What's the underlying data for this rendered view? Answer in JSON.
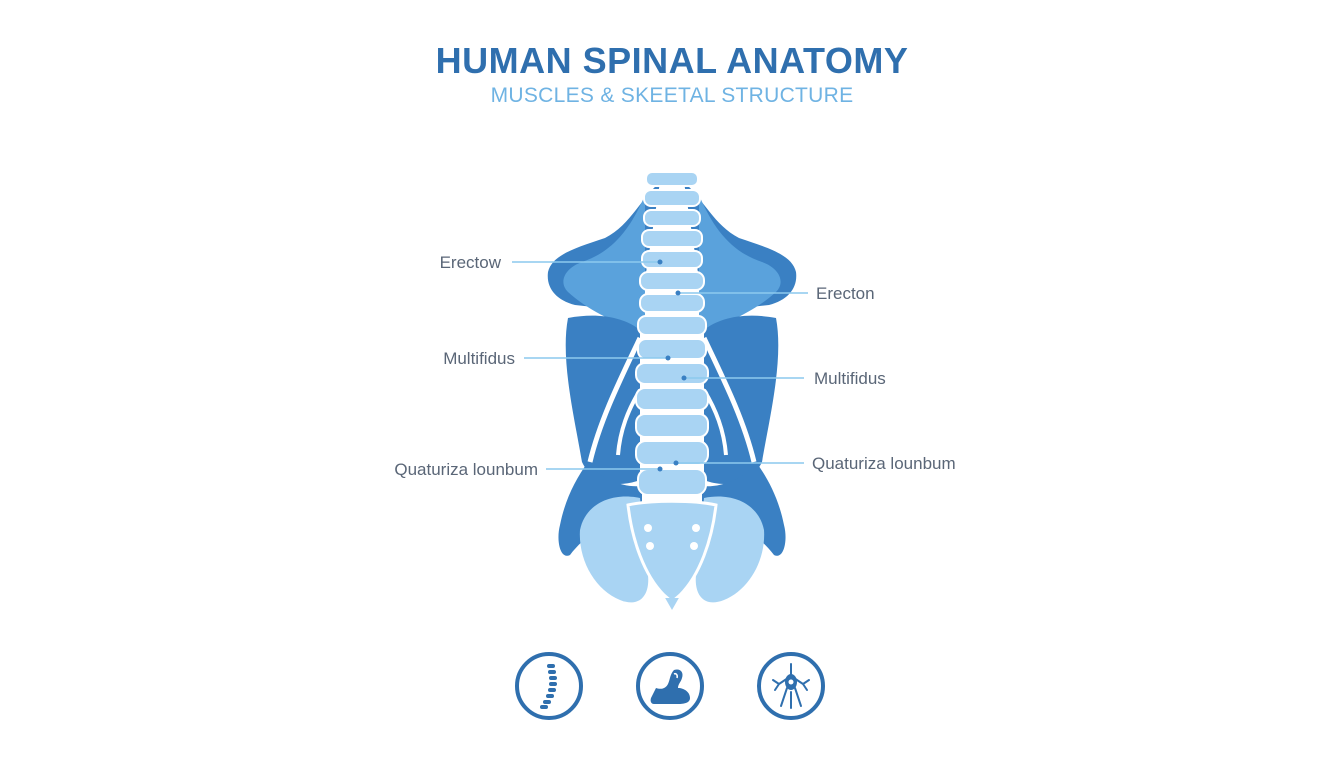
{
  "header": {
    "title": "HUMAN SPINAL ANATOMY",
    "subtitle": "MUSCLES & SKEETAL STRUCTURE"
  },
  "labels": {
    "left_top": "Erectow",
    "left_mid": "Multifidus",
    "left_bottom": "Quaturiza lounbum",
    "right_top": "Erecton",
    "right_mid": "Multifidus",
    "right_bottom": "Quaturiza lounbum"
  },
  "icons": [
    "spine-icon",
    "flexed-arm-muscle-icon",
    "nerve-system-icon"
  ],
  "colors": {
    "title": "#2f6fae",
    "subtitle": "#6fb3e3",
    "muscle_dark": "#3a80c3",
    "muscle_mid": "#5aa2dc",
    "bone_light": "#a9d4f3",
    "leader_line": "#8cc9ee"
  }
}
